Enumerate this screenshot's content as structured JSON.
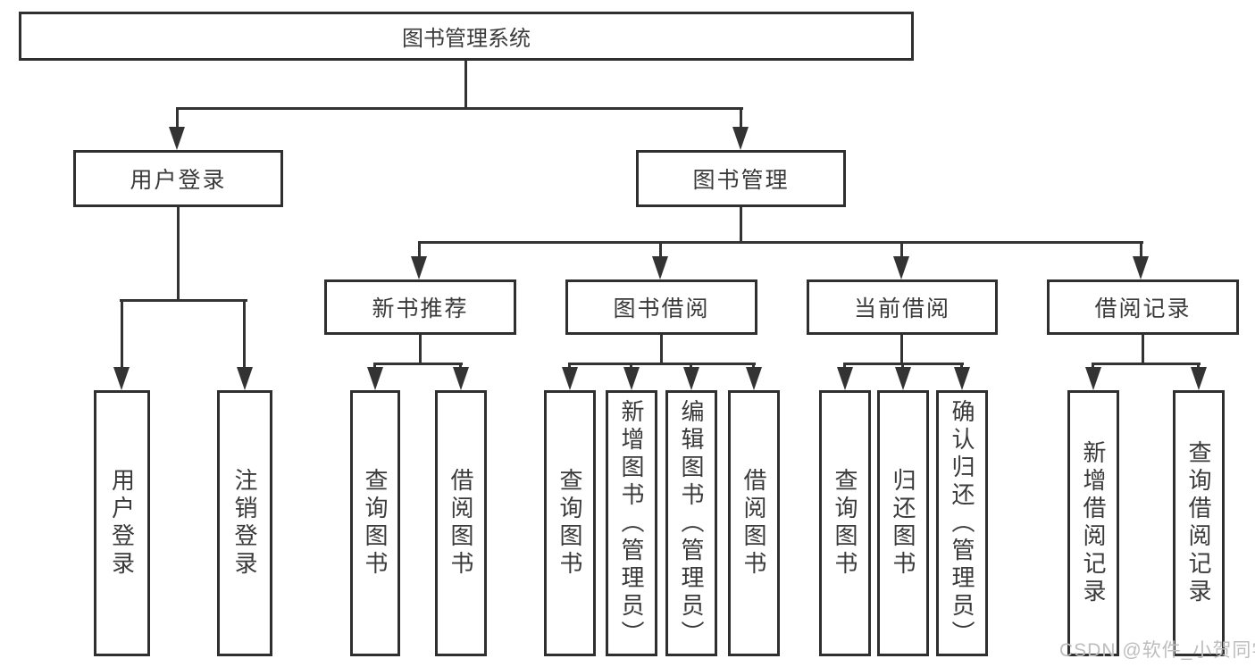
{
  "diagram": {
    "type": "tree",
    "title": "图书管理系统",
    "children": [
      {
        "label": "用户登录",
        "children": [
          {
            "label": "用户登录"
          },
          {
            "label": "注销登录"
          }
        ]
      },
      {
        "label": "图书管理",
        "children": [
          {
            "label": "新书推荐",
            "children": [
              {
                "label": "查询图书"
              },
              {
                "label": "借阅图书"
              }
            ]
          },
          {
            "label": "图书借阅",
            "children": [
              {
                "label": "查询图书"
              },
              {
                "label": "新增图书（管理员）"
              },
              {
                "label": "编辑图书（管理员）"
              },
              {
                "label": "借阅图书"
              }
            ]
          },
          {
            "label": "当前借阅",
            "children": [
              {
                "label": "查询图书"
              },
              {
                "label": "归还图书"
              },
              {
                "label": "确认归还（管理员）"
              }
            ]
          },
          {
            "label": "借阅记录",
            "children": [
              {
                "label": "新增借阅记录"
              },
              {
                "label": "查询借阅记录"
              }
            ]
          }
        ]
      }
    ]
  },
  "watermark": {
    "text": "CSDN @软件_小贺同学"
  },
  "colors": {
    "line": "#333333",
    "box_border": "#2f2f2f",
    "text": "#3a3a3a",
    "watermark": "#bdbdbd",
    "background": "#ffffff"
  }
}
